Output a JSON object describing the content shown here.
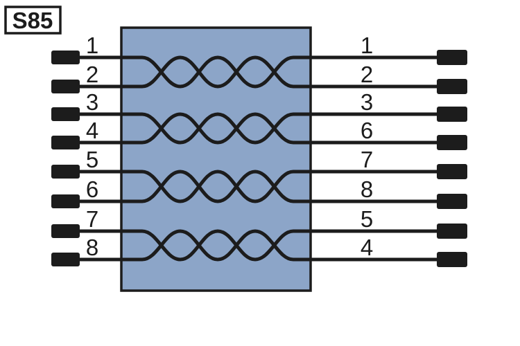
{
  "diagram": {
    "label": "S85",
    "type": "twisted-pair-wiring-diagram",
    "left_pins": [
      "1",
      "2",
      "3",
      "4",
      "5",
      "6",
      "7",
      "8"
    ],
    "right_pins": [
      "1",
      "2",
      "3",
      "6",
      "7",
      "8",
      "5",
      "4"
    ],
    "pairs": [
      {
        "left": [
          "1",
          "2"
        ],
        "right": [
          "1",
          "2"
        ]
      },
      {
        "left": [
          "3",
          "4"
        ],
        "right": [
          "3",
          "6"
        ]
      },
      {
        "left": [
          "5",
          "6"
        ],
        "right": [
          "7",
          "8"
        ]
      },
      {
        "left": [
          "7",
          "8"
        ],
        "right": [
          "5",
          "4"
        ]
      }
    ],
    "colors": {
      "junction_box_fill": "#8ca5c8",
      "wire": "#1c1c1c",
      "background": "#ffffff"
    }
  }
}
